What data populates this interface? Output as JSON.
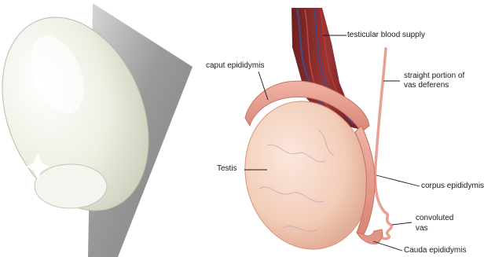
{
  "labels": {
    "testicular_blood_supply": "testicular blood supply",
    "caput_epididymis": "caput epididymis",
    "straight_vas_line1": "straight portion of",
    "straight_vas_line2": "vas deferens",
    "testis": "Testis",
    "corpus_epididymis": "corpus epididymis",
    "convoluted_vas_line1": "convoluted",
    "convoluted_vas_line2": "vas",
    "cauda_epididymis": "Cauda epididymis"
  },
  "colors": {
    "egg_shell": "#eef0e4",
    "shadow": "#a9a9a9",
    "testis": "#f2cdb8",
    "epididymis": "#e9a094",
    "blood_vessels": "#8e2b2b",
    "vein_blue": "#3b4d8f",
    "leader_line": "#1a1a1a"
  }
}
